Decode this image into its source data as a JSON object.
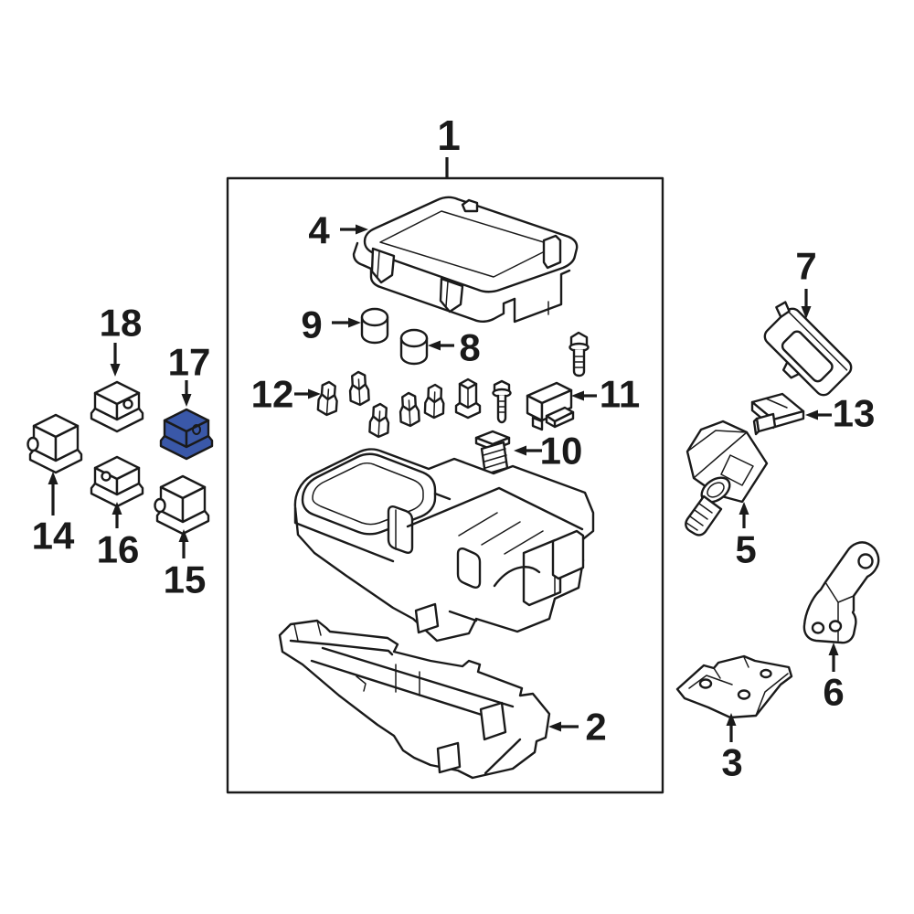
{
  "diagram": {
    "type": "exploded-parts-diagram",
    "subject": "engine compartment fuse and relay box assembly",
    "background_color": "#ffffff",
    "line_color": "#1a1a1a",
    "highlight_color": "#3a58a8",
    "highlighted_part": "17"
  },
  "callouts": [
    {
      "label": "1"
    },
    {
      "label": "2"
    },
    {
      "label": "3"
    },
    {
      "label": "4"
    },
    {
      "label": "5"
    },
    {
      "label": "6"
    },
    {
      "label": "7"
    },
    {
      "label": "8"
    },
    {
      "label": "9"
    },
    {
      "label": "10"
    },
    {
      "label": "11"
    },
    {
      "label": "12"
    },
    {
      "label": "13"
    },
    {
      "label": "14"
    },
    {
      "label": "15"
    },
    {
      "label": "16"
    },
    {
      "label": "17"
    },
    {
      "label": "18"
    }
  ]
}
